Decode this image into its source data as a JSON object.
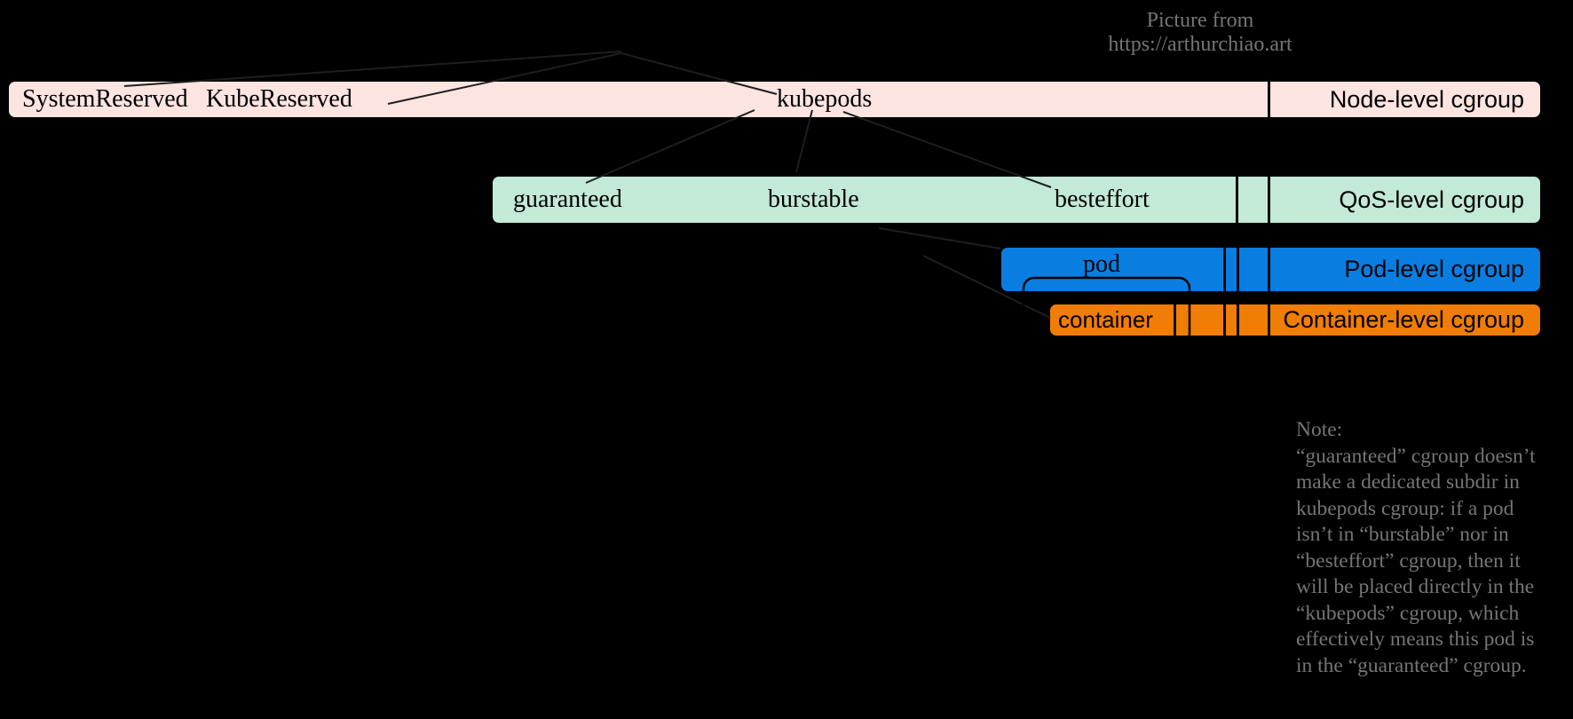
{
  "credit": {
    "line1": "Picture from",
    "line2": "https://arthurchiao.art"
  },
  "colors": {
    "background": "#000000",
    "node_bar": "#fce4e1",
    "qos_bar": "#c3e9d7",
    "pod_bar": "#0a7de0",
    "container_bar": "#f07d05",
    "divider": "#000000",
    "leader_line": "#1e1e1e",
    "muted_text": "#757575"
  },
  "bars": {
    "node": {
      "label": "Node-level cgroup",
      "sections": [
        "SystemReserved",
        "KubeReserved",
        "kubepods"
      ]
    },
    "qos": {
      "label": "QoS-level cgroup",
      "sections": [
        "guaranteed",
        "burstable",
        "besteffort"
      ]
    },
    "pod": {
      "label": "Pod-level cgroup",
      "sections": [
        "pod"
      ]
    },
    "container": {
      "label": "Container-level cgroup",
      "sections": [
        "container"
      ]
    }
  },
  "note": {
    "lines": [
      "Note:",
      "“guaranteed” cgroup doesn’t",
      "make a dedicated subdir in",
      "kubepods cgroup: if a pod",
      "isn’t in “burstable” nor in",
      "“besteffort” cgroup, then it",
      "will be placed directly in the",
      "“kubepods” cgroup, which",
      "effectively means this pod is",
      "in the “guaranteed” cgroup."
    ]
  }
}
